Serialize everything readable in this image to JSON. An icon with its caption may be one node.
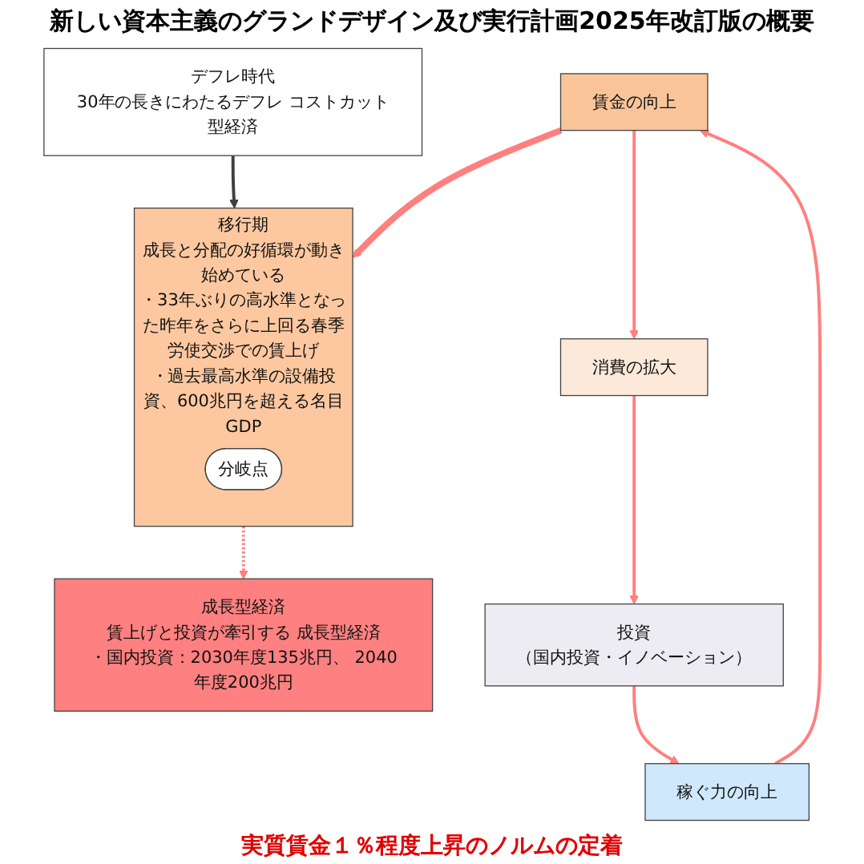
{
  "diagram": {
    "title": "新しい資本主義のグランドデザイン及び実行計画2025年改訂版の概要",
    "nodes": [
      {
        "text": [
          "デフレ時代",
          "30年の長きにわたるデフレ コストカット型経済"
        ]
      },
      {
        "text": [
          "移行期",
          "成長と分配の好循環が動き始めている",
          "・33年ぶりの高水準となった昨年をさらに上回る春季労使交渉での賃上げ",
          "・過去最高水準の設備投資、600兆円を超える名目GDP"
        ]
      },
      {
        "text": [
          "分岐点"
        ],
        "in": 1
      },
      {
        "text": [
          "成長型経済",
          "賃上げと投資が牽引する 成長型経済",
          "・国内投資：2030年度135兆円、 2040年度200兆円"
        ]
      },
      {
        "text": [
          "賃金の向上"
        ]
      },
      {
        "text": [
          "稼ぐ力の向上"
        ]
      },
      {
        "text": [
          "消費の拡大"
        ]
      },
      {
        "text": [
          "投資",
          "（国内投資・イノベーション）"
        ]
      }
    ],
    "edges": [
      {
        "from": 0,
        "to": 1,
        "arrow": "to",
        "color": "#404040"
      },
      {
        "from": 1,
        "to": 3,
        "arrow": "to",
        "style": "dashed"
      },
      {
        "from": 4,
        "to": 1,
        "arrow": "to",
        "style": "thick"
      },
      {
        "from": 5,
        "to": 4,
        "arrow": "to"
      },
      {
        "from": 4,
        "to": 6,
        "arrow": "to"
      },
      {
        "from": 6,
        "to": 7,
        "arrow": "to"
      },
      {
        "from": 7,
        "to": 5,
        "arrow": "to"
      }
    ],
    "labels": [
      "実質賃金１％程度上昇のノルムの定着"
    ]
  }
}
